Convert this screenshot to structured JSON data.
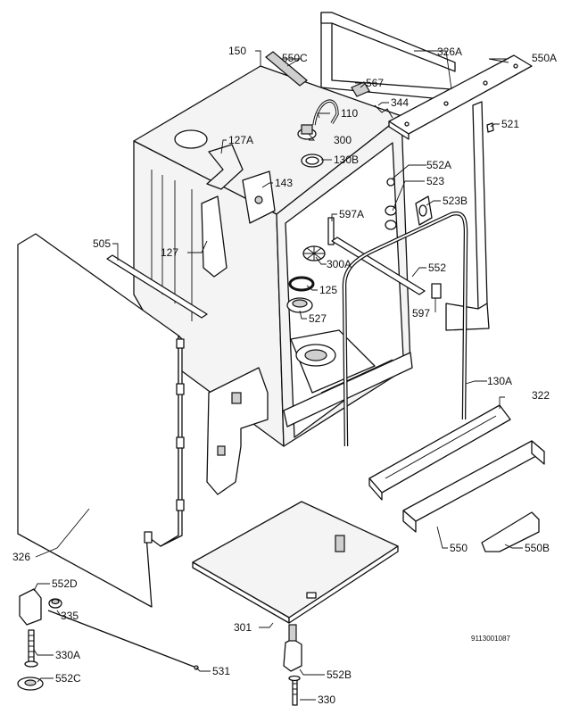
{
  "drawing_code": "9113001087",
  "parts": {
    "p150": "150",
    "p550C_top": "550C",
    "p326A": "326A",
    "p550A": "550A",
    "p567": "567",
    "p344": "344",
    "p110": "110",
    "p521": "521",
    "p127A": "127A",
    "p300": "300",
    "p130B": "130B",
    "p552A": "552A",
    "p143": "143",
    "p523": "523",
    "p523B": "523B",
    "p597A": "597A",
    "p505": "505",
    "p127": "127",
    "p300A": "300A",
    "p552": "552",
    "p125": "125",
    "p597": "597",
    "p527": "527",
    "p130A": "130A",
    "p322": "322",
    "p550": "550",
    "p550B": "550B",
    "p326": "326",
    "p552D": "552D",
    "p335": "335",
    "p301": "301",
    "p330A": "330A",
    "p531": "531",
    "p552C": "552C",
    "p552B": "552B",
    "p330": "330"
  }
}
